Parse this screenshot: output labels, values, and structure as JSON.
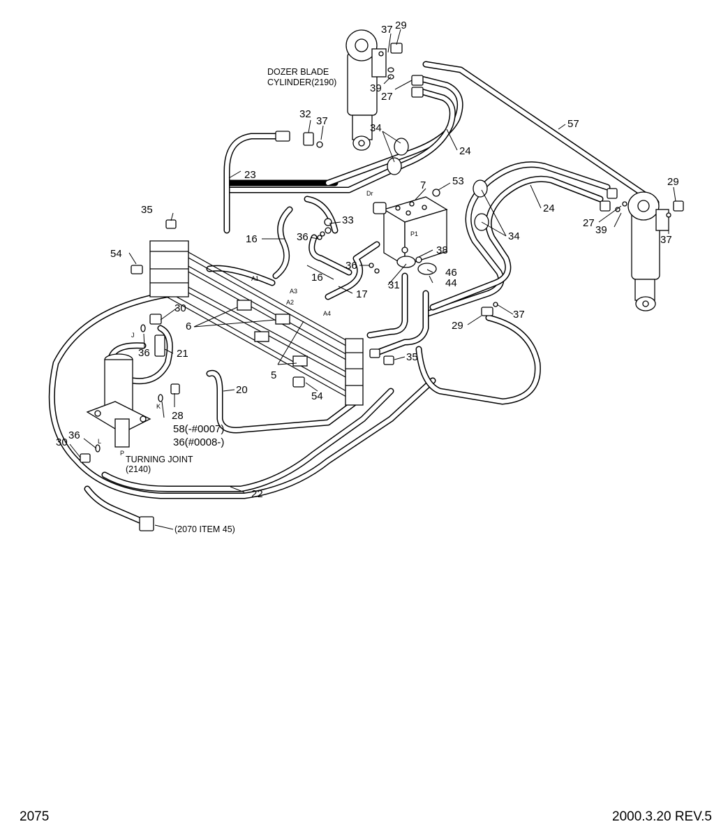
{
  "diagram": {
    "labels": {
      "dozer_blade": "DOZER BLADE",
      "cylinder_ref": "CYLINDER(2190)",
      "turning_joint": "TURNING JOINT",
      "turning_joint_ref": "(2140)",
      "item_ref": "(2070 ITEM 45)",
      "note_58": "58(-#0007)",
      "note_36": "36(#0008-)"
    },
    "ports": {
      "dr": "Dr",
      "p1": "P1",
      "a1": "A1",
      "a2": "A2",
      "a3": "A3",
      "a4": "A4",
      "j": "J",
      "k": "K",
      "l": "L",
      "p": "P"
    },
    "callouts": {
      "c37a": "37",
      "c29a": "29",
      "c39a": "39",
      "c27a": "27",
      "c32": "32",
      "c37b": "37",
      "c34a": "34",
      "c24a": "24",
      "c57": "57",
      "c23": "23",
      "c7": "7",
      "c53": "53",
      "c29b": "29",
      "c24b": "24",
      "c35a": "35",
      "c33": "33",
      "c27b": "27",
      "c39b": "39",
      "c37c": "37",
      "c34b": "34",
      "c16a": "16",
      "c36a": "36",
      "c38": "38",
      "c54a": "54",
      "c36b": "36",
      "c46": "46",
      "c44": "44",
      "c31": "31",
      "c16b": "16",
      "c17": "17",
      "c30a": "30",
      "c37d": "37",
      "c29c": "29",
      "c6": "6",
      "c36c": "36",
      "c21": "21",
      "c35b": "35",
      "c5": "5",
      "c20": "20",
      "c54b": "54",
      "c28": "28",
      "c36d": "36",
      "c30b": "30",
      "c22": "22"
    }
  },
  "footer": {
    "page_number": "2075",
    "revision": "2000.3.20 REV.5"
  }
}
